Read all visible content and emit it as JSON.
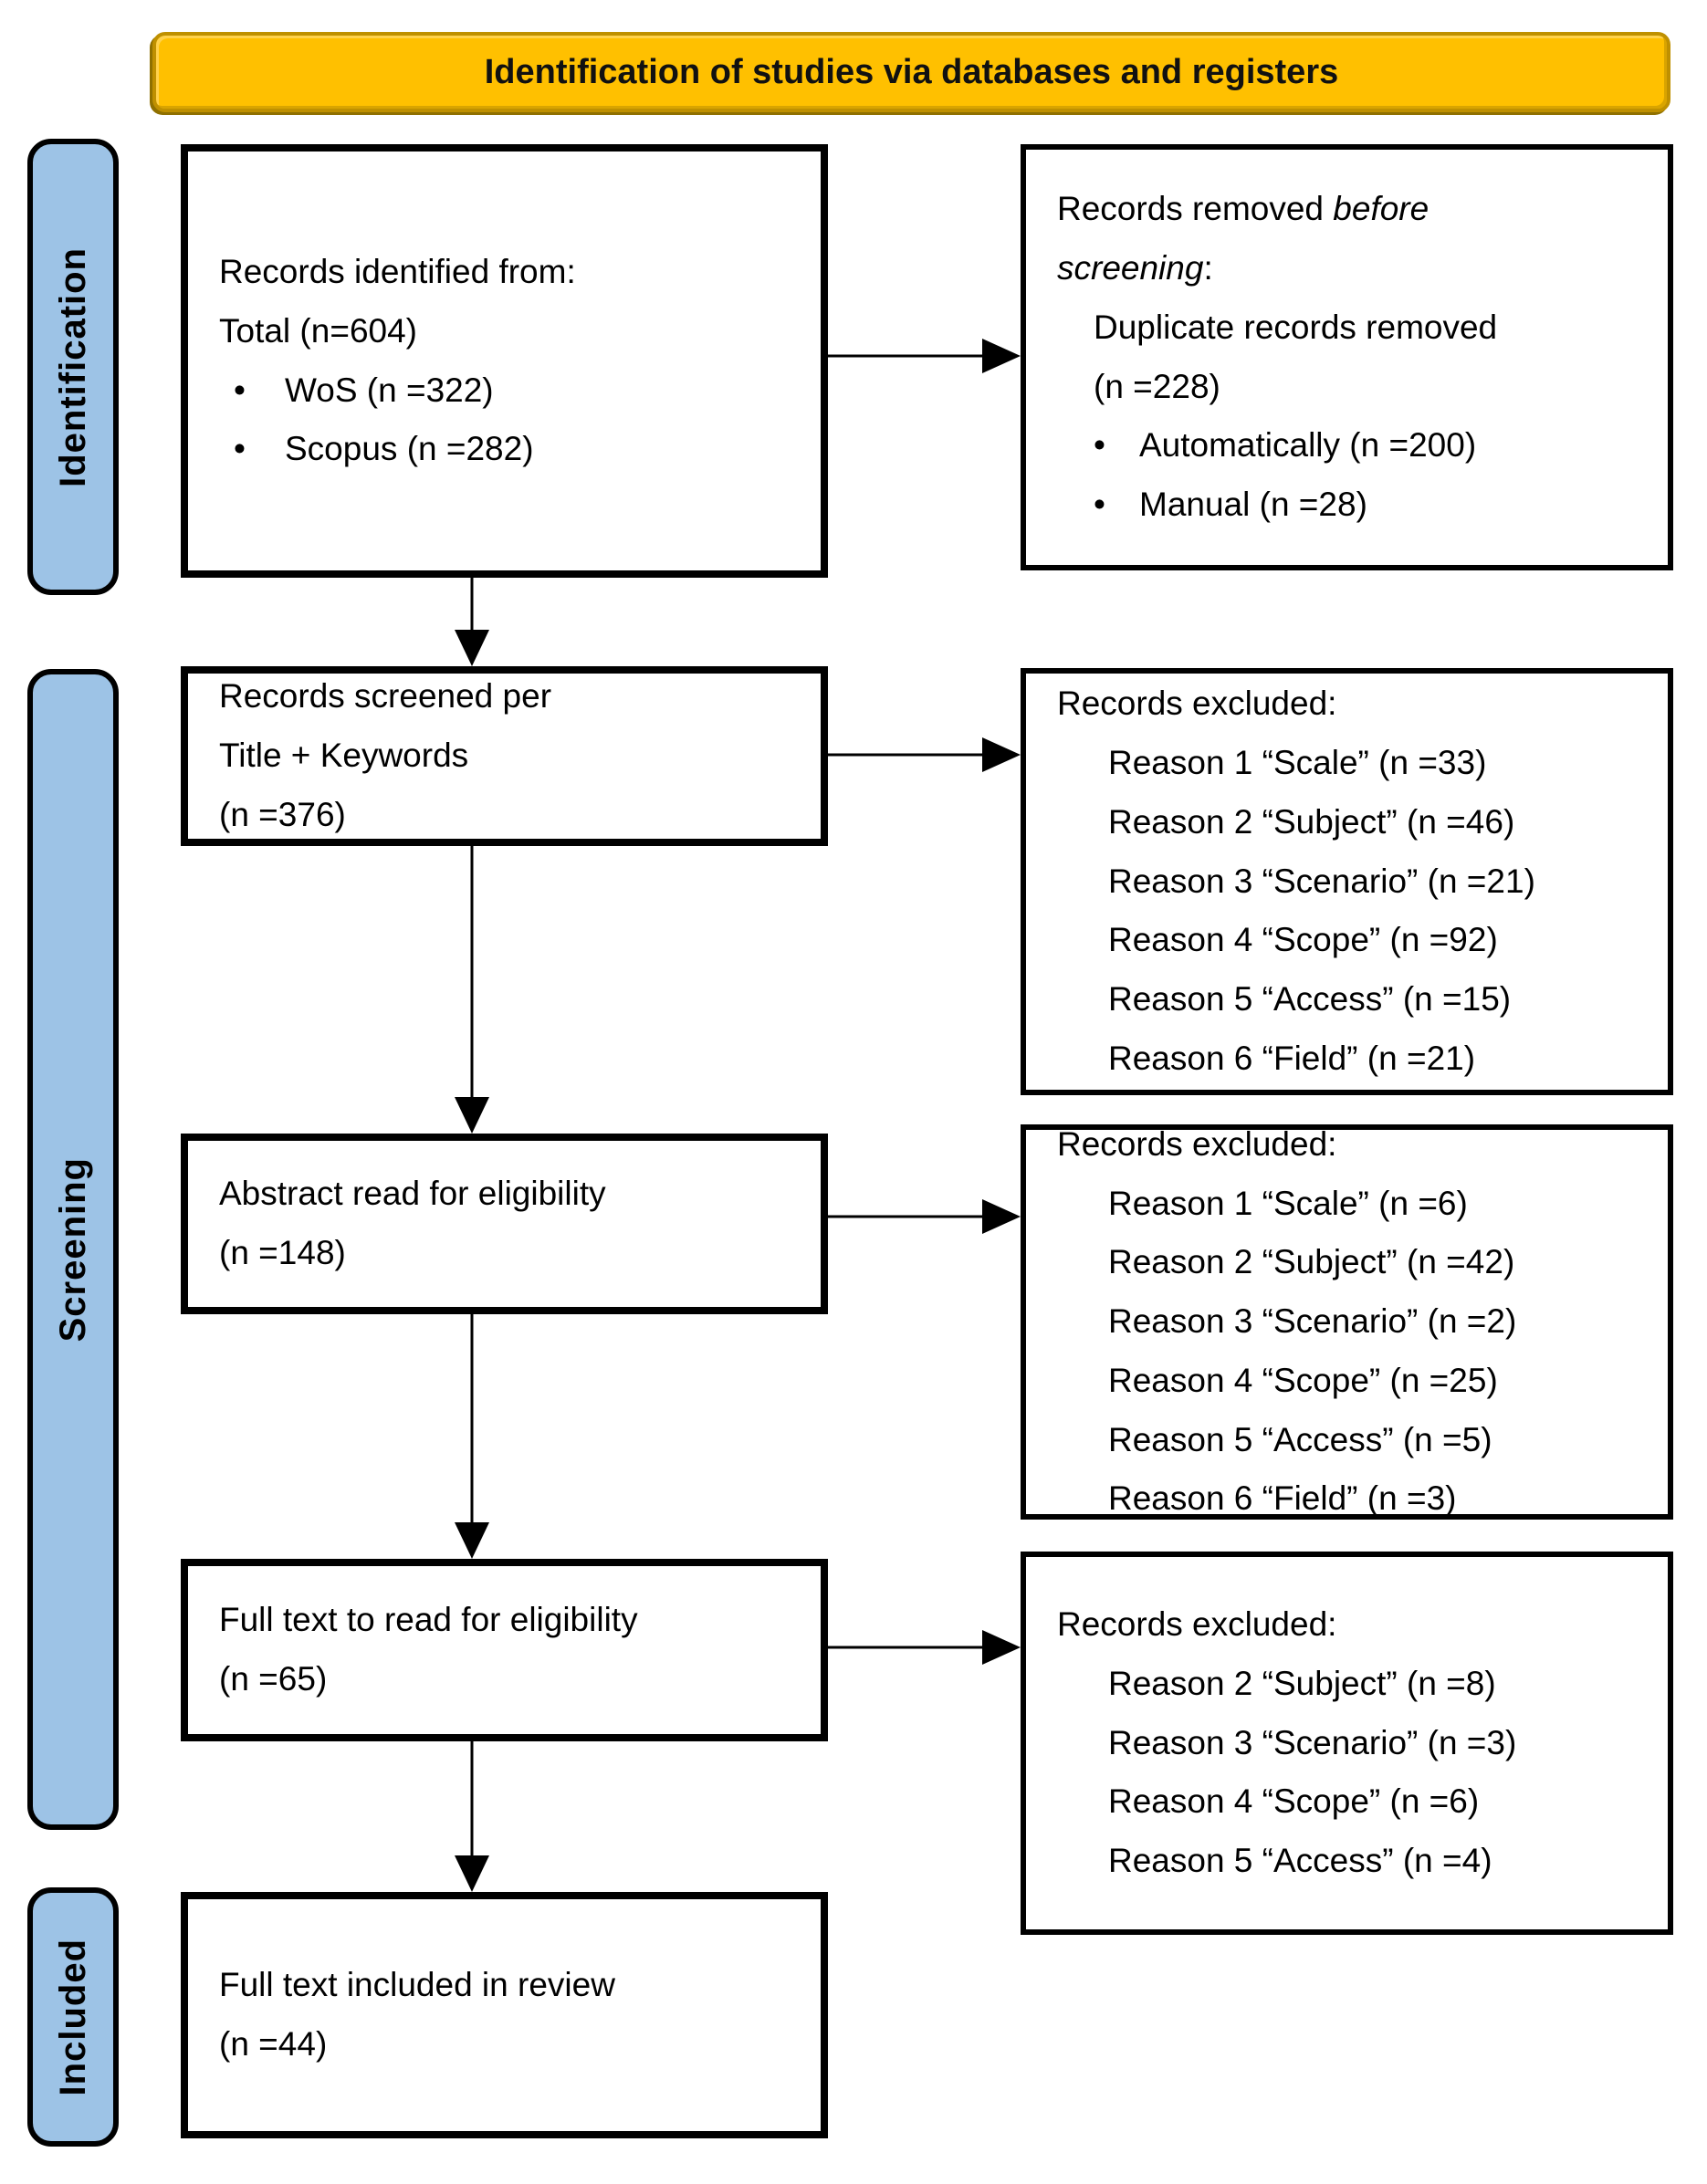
{
  "header": {
    "title": "Identification of studies via databases and registers"
  },
  "colors": {
    "banner_bg": "#FFC000",
    "banner_border": "#BF9000",
    "stage_bg": "#9DC3E6",
    "box_border": "#000000"
  },
  "bullet": "•",
  "stages": {
    "identification": "Identification",
    "screening": "Screening",
    "included": "Included"
  },
  "boxes": {
    "identified": {
      "line1": "Records identified from:",
      "line2": "Total (n=604)",
      "bullets": [
        "WoS (n =322)",
        "Scopus (n =282)"
      ]
    },
    "removed": {
      "title_pre": "Records removed ",
      "title_it1": "before",
      "title_it2": "screening",
      "title_colon": ":",
      "sub_line1": "Duplicate records removed",
      "sub_line2": "(n =228)",
      "bullets": [
        "Automatically (n =200)",
        "Manual (n =28)"
      ]
    },
    "screened": {
      "line1": "Records screened per",
      "line2": "Title + Keywords",
      "line3": "(n =376)"
    },
    "excluded_title": {
      "title": "Records excluded:",
      "reasons": [
        "Reason 1 “Scale” (n =33)",
        "Reason 2 “Subject” (n =46)",
        "Reason 3 “Scenario” (n =21)",
        "Reason 4 “Scope” (n =92)",
        "Reason 5 “Access” (n =15)",
        "Reason 6 “Field” (n =21)"
      ]
    },
    "abstract": {
      "line1": "Abstract read for eligibility",
      "line2": "(n =148)"
    },
    "excluded_abstract": {
      "title": "Records excluded:",
      "reasons": [
        "Reason 1 “Scale” (n =6)",
        "Reason 2 “Subject” (n =42)",
        "Reason 3 “Scenario” (n =2)",
        "Reason 4 “Scope” (n =25)",
        "Reason 5 “Access” (n =5)",
        "Reason 6 “Field” (n =3)"
      ]
    },
    "fulltext": {
      "line1": "Full text to read for eligibility",
      "line2": "(n =65)"
    },
    "excluded_fulltext": {
      "title": "Records excluded:",
      "reasons": [
        "Reason 2 “Subject” (n =8)",
        "Reason 3 “Scenario” (n =3)",
        "Reason 4 “Scope” (n =6)",
        "Reason 5 “Access” (n =4)"
      ]
    },
    "included_review": {
      "line1": "Full text included in review",
      "line2": "(n =44)"
    }
  }
}
